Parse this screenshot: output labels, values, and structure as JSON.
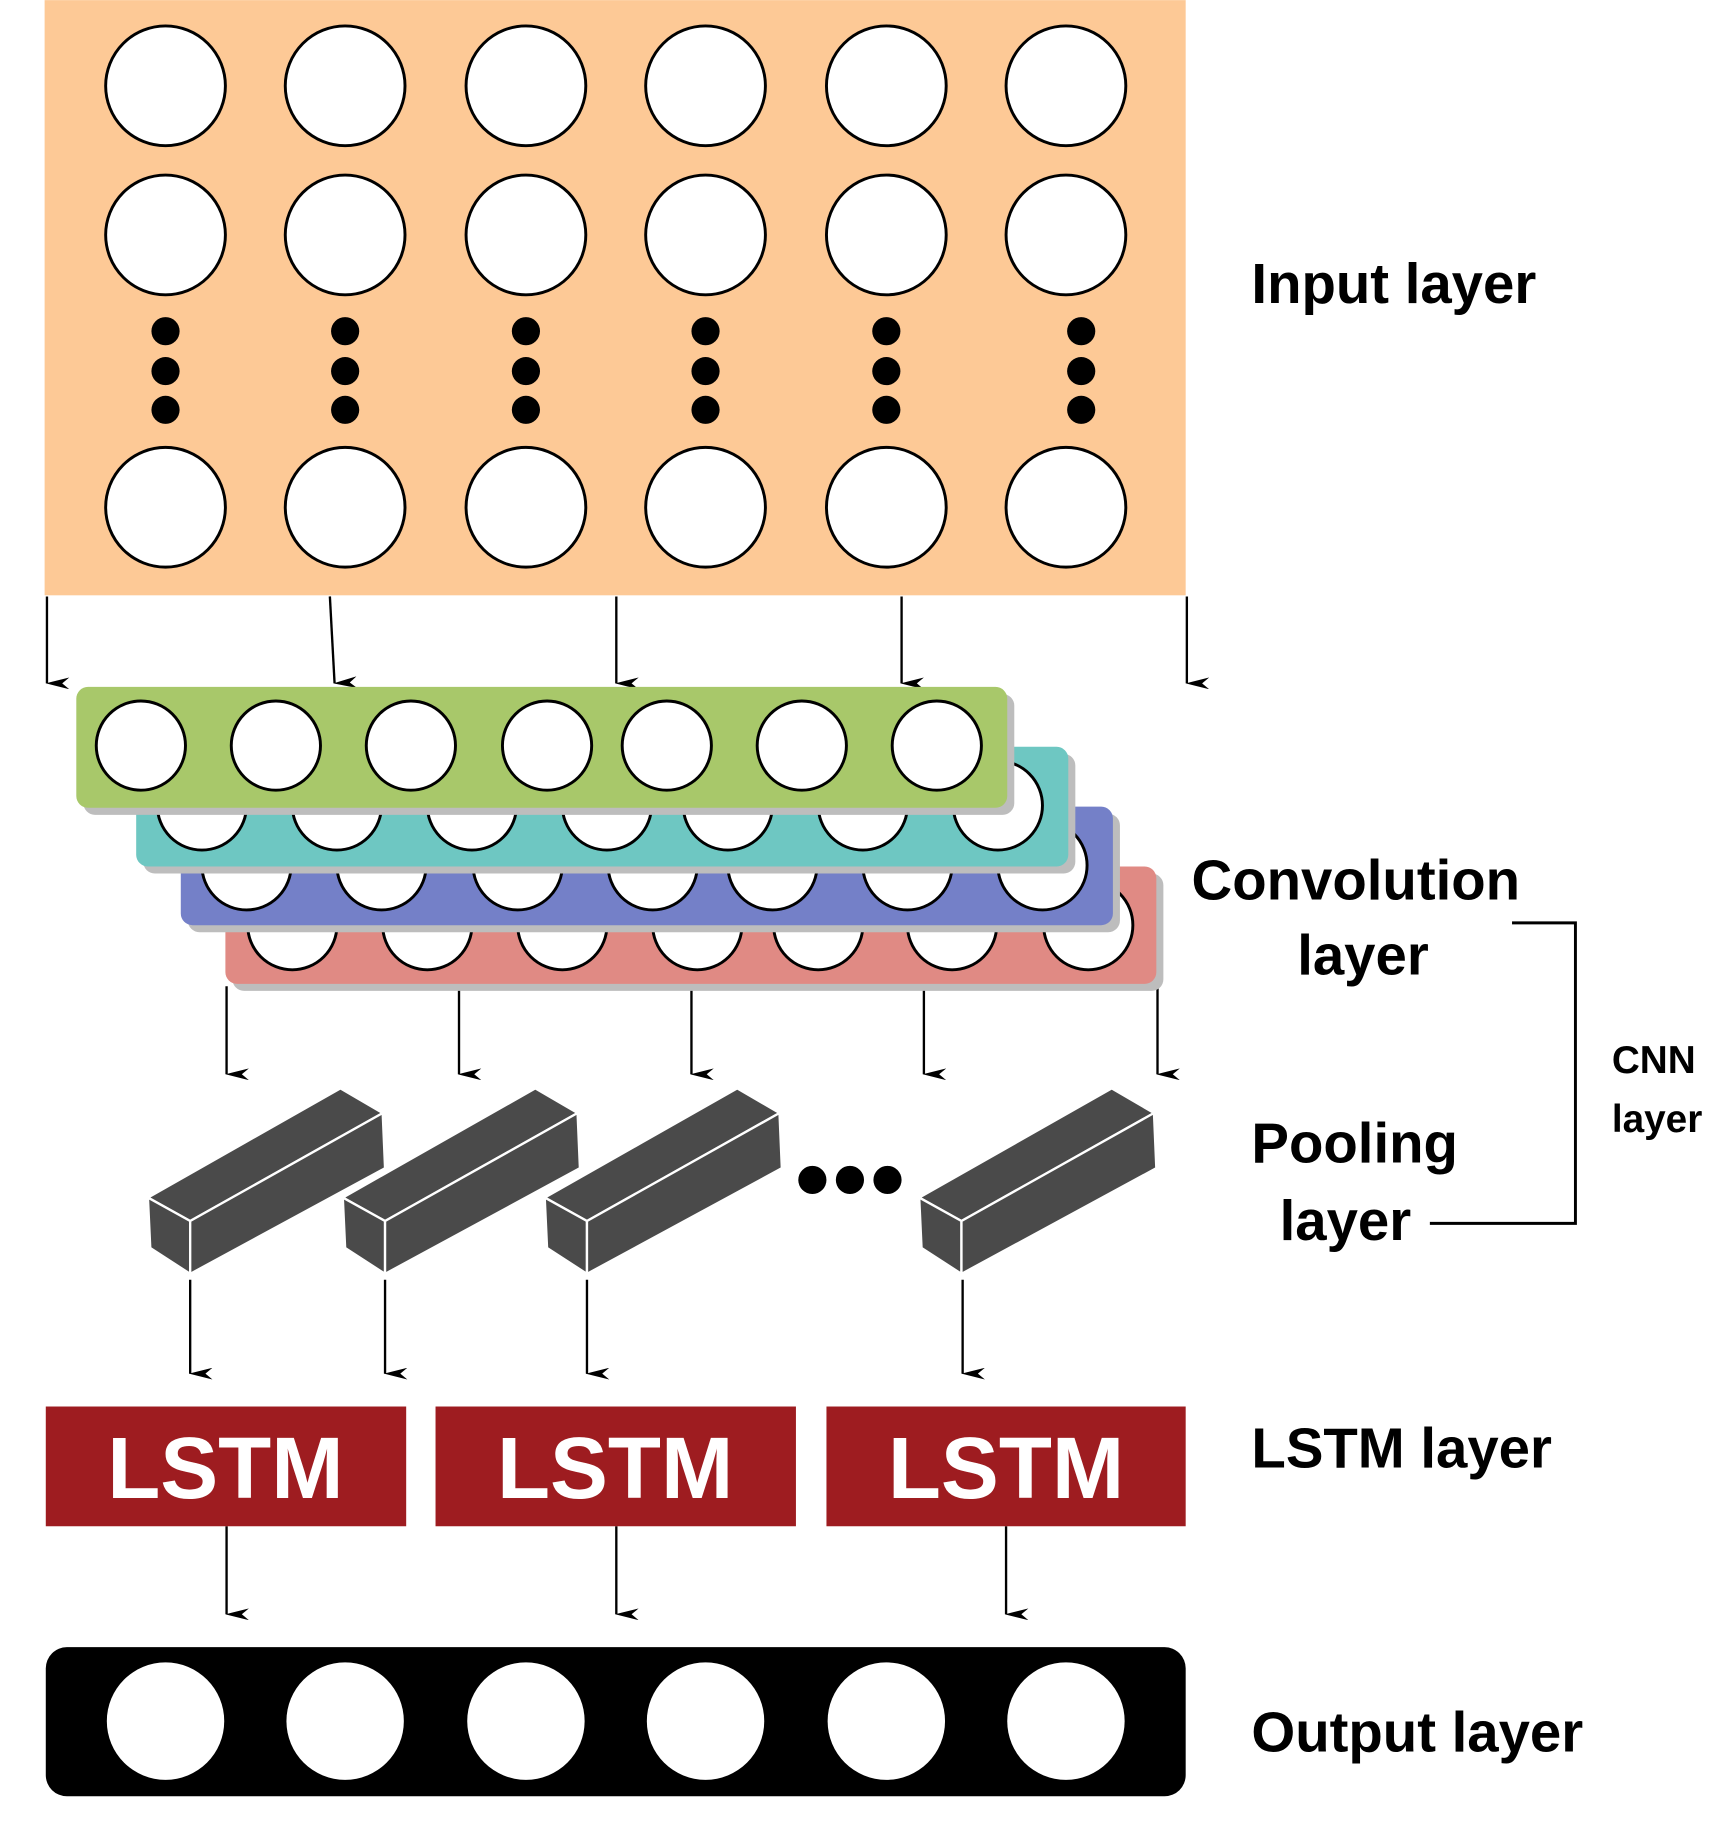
{
  "labels": {
    "input": "Input layer",
    "convolution_line1": "Convolution",
    "convolution_line2": "layer",
    "pooling_line1": "Pooling",
    "pooling_line2": "layer",
    "cnn_line1": "CNN",
    "cnn_line2": "layer",
    "lstm": "LSTM layer",
    "output": "Output layer"
  },
  "lstm_blocks": [
    "LSTM",
    "LSTM",
    "LSTM"
  ],
  "colors": {
    "input_bg": "#FDC996",
    "conv_green": "#A8C86A",
    "conv_teal": "#6EC7C2",
    "conv_blue": "#7480C8",
    "conv_red": "#E08A84",
    "pool_box": "#4A4A4A",
    "lstm_bg": "#9E1C20",
    "output_bg": "#000000"
  }
}
